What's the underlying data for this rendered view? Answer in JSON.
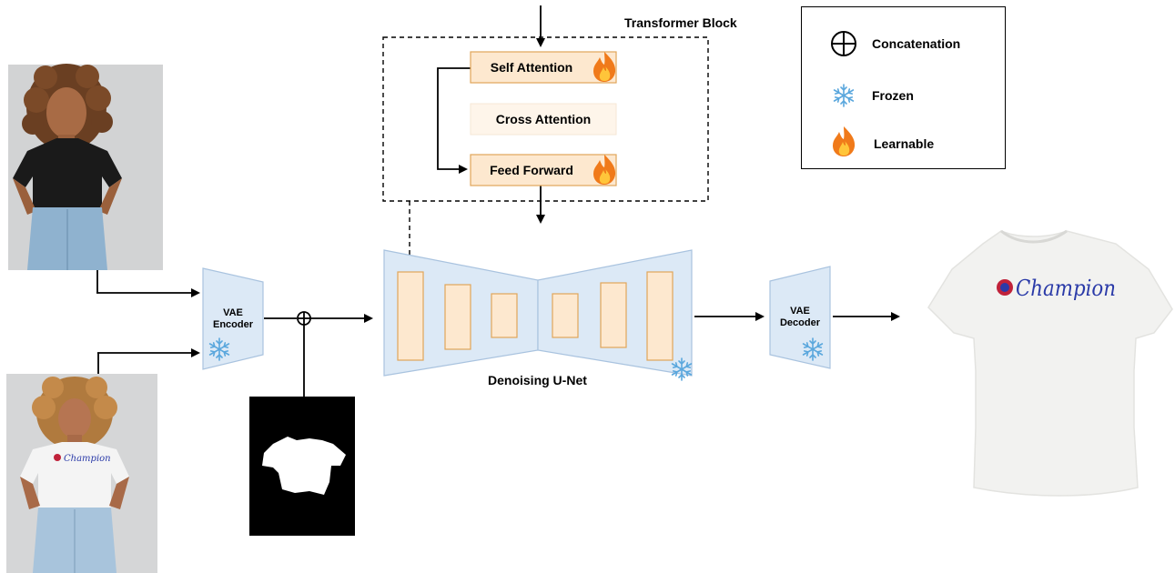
{
  "transformer": {
    "title": "Transformer Block",
    "blocks": [
      {
        "label": "Self Attention",
        "state": "learnable"
      },
      {
        "label": "Cross Attention",
        "state": "none"
      },
      {
        "label": "Feed Forward",
        "state": "learnable"
      }
    ]
  },
  "legend": {
    "items": [
      {
        "icon": "circle-plus-icon",
        "label": "Concatenation"
      },
      {
        "icon": "snowflake-icon",
        "label": "Frozen"
      },
      {
        "icon": "flame-icon",
        "label": "Learnable"
      }
    ]
  },
  "vae_encoder": {
    "line1": "VAE",
    "line2": "Encoder",
    "state": "frozen"
  },
  "vae_decoder": {
    "line1": "VAE",
    "line2": "Decoder",
    "state": "frozen"
  },
  "unet": {
    "label": "Denoising U-Net",
    "state": "frozen"
  },
  "images": {
    "person_black_tshirt": "person-wearing-black-tshirt-photo",
    "person_champion_tshirt": "person-wearing-champion-tshirt-photo",
    "garment_mask": "garment-mask",
    "output_garment": "white-champion-tshirt-output",
    "garment_logo_text": "Champion"
  },
  "colors": {
    "block_fill": "#fde8cf",
    "block_border": "#e0a55a",
    "unet_fill": "#dce9f6",
    "unet_border": "#a9c3df",
    "snowflake": "#5aa7dd",
    "flame_outer": "#f07a1a",
    "flame_inner": "#ffc53a"
  }
}
